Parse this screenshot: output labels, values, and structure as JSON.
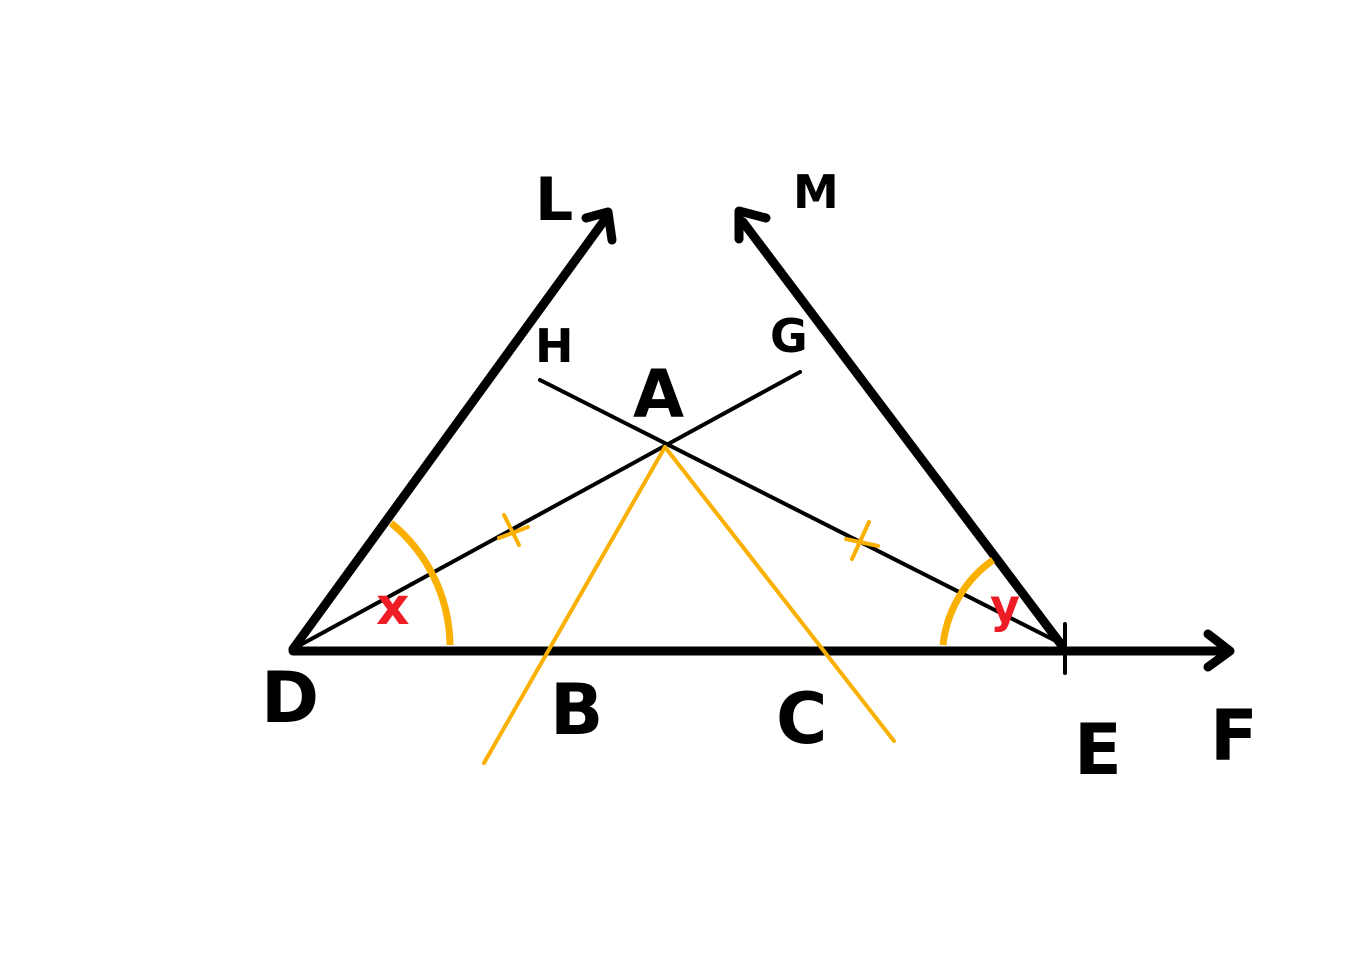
{
  "diagram": {
    "points": {
      "L": "L",
      "M": "M",
      "H": "H",
      "G": "G",
      "A": "A",
      "D": "D",
      "B": "B",
      "C": "C",
      "E": "E",
      "F": "F"
    },
    "angles": {
      "x": "x",
      "y": "y"
    },
    "colors": {
      "ray": "#000000",
      "construction": "#f9b000",
      "angle_label": "#ee1c25"
    }
  }
}
